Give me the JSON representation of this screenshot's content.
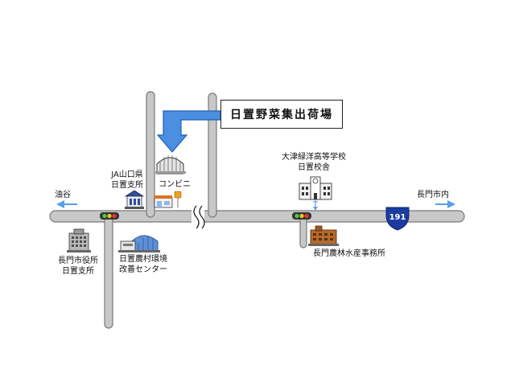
{
  "destination": {
    "label": "日置野菜集出荷場"
  },
  "directions": {
    "west": "油谷",
    "east": "長門市内"
  },
  "places": {
    "ja": {
      "line1": "JA山口県",
      "line2": "日置支所"
    },
    "convenience": "コンビニ",
    "city_office": {
      "line1": "長門市役所",
      "line2": "日置支所"
    },
    "agri_center": {
      "line1": "日置農村環境",
      "line2": "改善センター"
    },
    "school": {
      "line1": "大津緑洋高等学校",
      "line2": "日置校舎"
    },
    "forestry_office": "長門農林水産事務所"
  },
  "route_shield": {
    "number": "191",
    "color": "#1b3c9e"
  },
  "colors": {
    "road": "#c8c8c8",
    "road_edge": "#7a7a7a",
    "arrow": "#4a8fe0",
    "direction_arrow": "#5a9ee6",
    "store_stripe": "#e0701e"
  },
  "icons": [
    "traffic-light-icon",
    "warehouse-icon",
    "bank-icon",
    "store-icon",
    "post-sign-icon",
    "office-building-icon",
    "community-center-icon",
    "school-icon",
    "factory-icon",
    "route-shield-icon"
  ]
}
